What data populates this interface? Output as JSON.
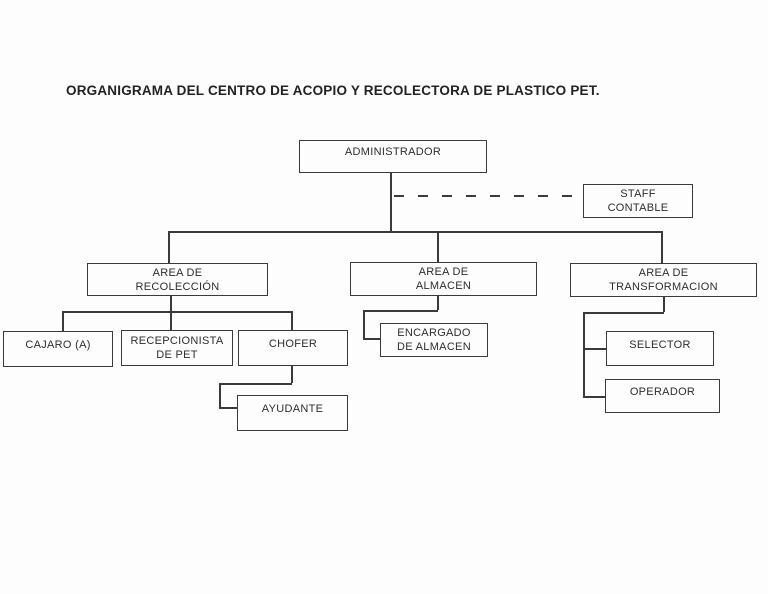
{
  "title": "ORGANIGRAMA DEL CENTRO DE ACOPIO Y RECOLECTORA DE PLASTICO PET.",
  "colors": {
    "line": "#3a3a3a",
    "text": "#2d2d2d",
    "background": "#fdfdfd"
  },
  "nodes": {
    "administrador": {
      "label": "ADMINISTRADOR"
    },
    "staff_contable": {
      "line1": "STAFF",
      "line2": "CONTABLE"
    },
    "area_recoleccion": {
      "line1": "AREA DE",
      "line2": "RECOLECCIÓN"
    },
    "area_almacen": {
      "line1": "AREA DE",
      "line2": "ALMACEN"
    },
    "area_transformacion": {
      "line1": "AREA DE",
      "line2": "TRANSFORMACION"
    },
    "cajaro": {
      "label": "CAJARO (A)"
    },
    "recepcionista_pet": {
      "line1": "RECEPCIONISTA",
      "line2": "DE PET"
    },
    "chofer": {
      "label": "CHOFER"
    },
    "ayudante": {
      "label": "AYUDANTE"
    },
    "encargado_almacen": {
      "line1": "ENCARGADO",
      "line2": "DE ALMACEN"
    },
    "selector": {
      "label": "SELECTOR"
    },
    "operador": {
      "label": "OPERADOR"
    }
  },
  "edges": [
    {
      "from": "ADMINISTRADOR",
      "to": "STAFF CONTABLE",
      "style": "dashed"
    },
    {
      "from": "ADMINISTRADOR",
      "to": "AREA DE RECOLECCIÓN",
      "style": "solid"
    },
    {
      "from": "ADMINISTRADOR",
      "to": "AREA DE ALMACEN",
      "style": "solid"
    },
    {
      "from": "ADMINISTRADOR",
      "to": "AREA DE TRANSFORMACION",
      "style": "solid"
    },
    {
      "from": "AREA DE RECOLECCIÓN",
      "to": "CAJARO (A)",
      "style": "solid"
    },
    {
      "from": "AREA DE RECOLECCIÓN",
      "to": "RECEPCIONISTA DE PET",
      "style": "solid"
    },
    {
      "from": "AREA DE RECOLECCIÓN",
      "to": "CHOFER",
      "style": "solid"
    },
    {
      "from": "CHOFER",
      "to": "AYUDANTE",
      "style": "solid"
    },
    {
      "from": "AREA DE ALMACEN",
      "to": "ENCARGADO DE ALMACEN",
      "style": "solid"
    },
    {
      "from": "AREA DE TRANSFORMACION",
      "to": "SELECTOR",
      "style": "solid"
    },
    {
      "from": "AREA DE TRANSFORMACION",
      "to": "OPERADOR",
      "style": "solid"
    }
  ]
}
